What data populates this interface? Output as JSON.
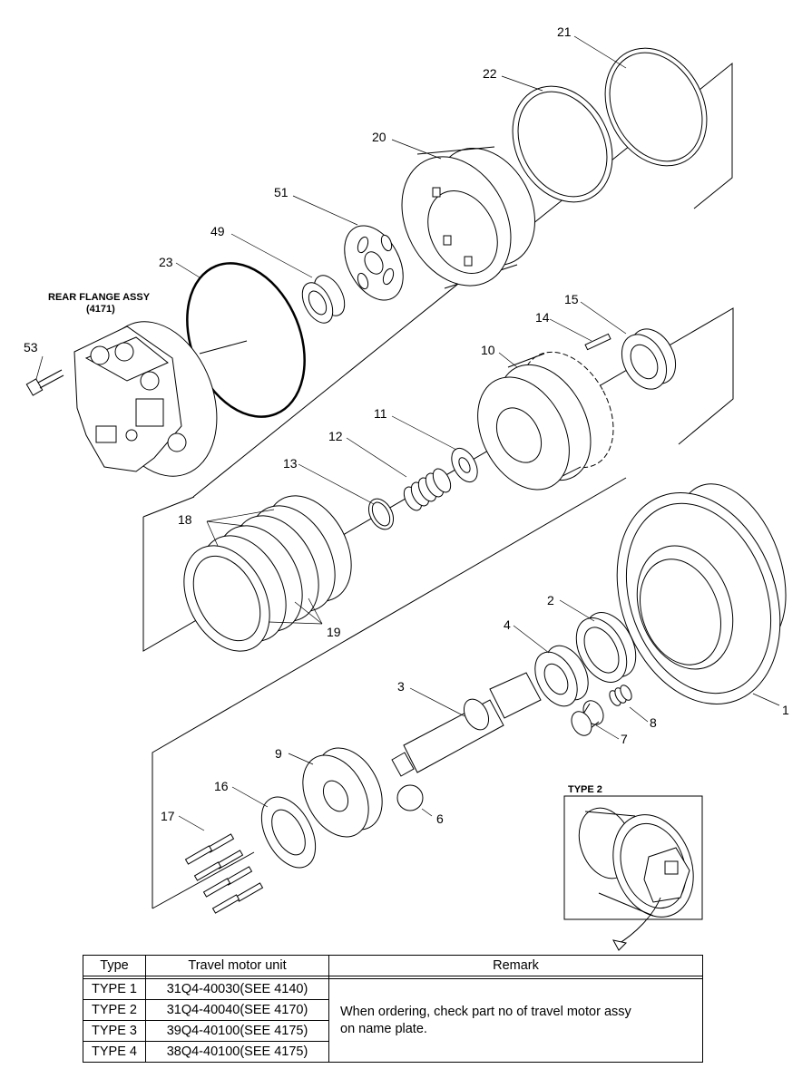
{
  "callouts": {
    "c1": "1",
    "c2": "2",
    "c3": "3",
    "c4": "4",
    "c6": "6",
    "c7": "7",
    "c8": "8",
    "c9": "9",
    "c10": "10",
    "c11": "11",
    "c12": "12",
    "c13": "13",
    "c14": "14",
    "c15": "15",
    "c16": "16",
    "c17": "17",
    "c18": "18",
    "c19": "19",
    "c20": "20",
    "c21": "21",
    "c22": "22",
    "c23": "23",
    "c49": "49",
    "c51": "51",
    "c53": "53"
  },
  "rear_flange": {
    "line1": "REAR FLANGE ASSY",
    "line2": "(4171)"
  },
  "inset": {
    "title": "TYPE 2"
  },
  "table": {
    "headers": {
      "type": "Type",
      "unit": "Travel motor unit",
      "remark": "Remark"
    },
    "rows": [
      {
        "type": "TYPE 1",
        "unit": "31Q4-40030(SEE 4140)"
      },
      {
        "type": "TYPE 2",
        "unit": "31Q4-40040(SEE 4170)"
      },
      {
        "type": "TYPE 3",
        "unit": "39Q4-40100(SEE 4175)"
      },
      {
        "type": "TYPE 4",
        "unit": "38Q4-40100(SEE 4175)"
      }
    ],
    "remark_line1": "When ordering, check part no of travel motor assy",
    "remark_line2": "on name plate."
  }
}
